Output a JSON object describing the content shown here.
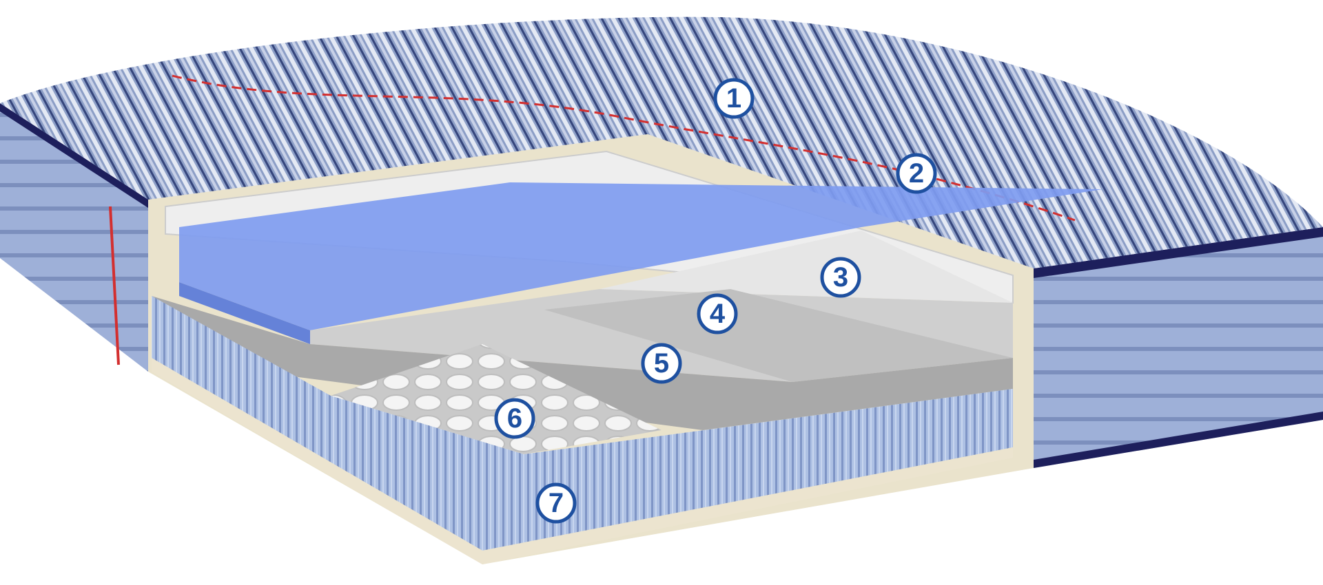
{
  "diagram": {
    "subject": "mattress-layer-cutaway",
    "colors": {
      "fabric": "#8fa1c8",
      "fabric_stripe_light": "#e6ebf5",
      "fabric_stripe_dark": "#34437a",
      "piping": "#1d1f5c",
      "accent_stitch": "#d32f2f",
      "gel_foam": "#7f9cf0",
      "foam_light": "#eeeeee",
      "foam_mid": "#cfcfcf",
      "foam_dark": "#a9a9a9",
      "coil_pocket": "#a9bde0",
      "coil_top": "#f2f2f2",
      "base_panel": "#ece4cf",
      "badge_stroke": "#1e50a0"
    },
    "callouts": [
      {
        "label": "1"
      },
      {
        "label": "2"
      },
      {
        "label": "3"
      },
      {
        "label": "4"
      },
      {
        "label": "5"
      },
      {
        "label": "6"
      },
      {
        "label": "7"
      }
    ]
  }
}
